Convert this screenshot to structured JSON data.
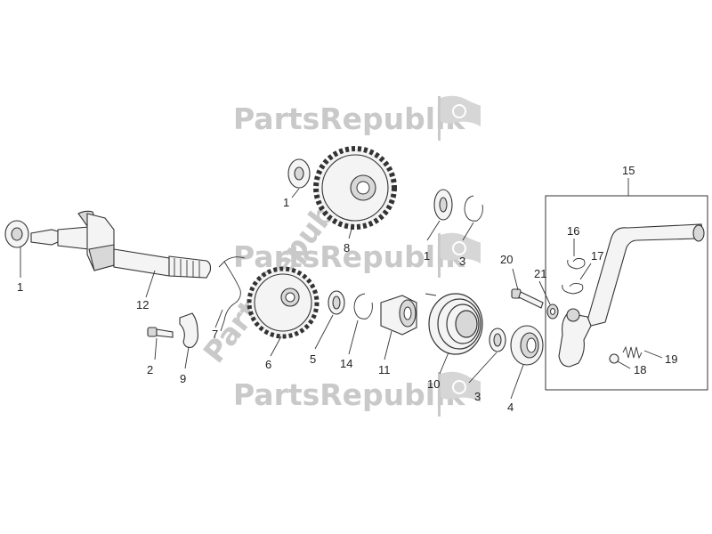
{
  "watermark": {
    "text": "PartsRepublik",
    "color": "#c9c9c9"
  },
  "callouts": [
    {
      "id": "c1a",
      "label": "1"
    },
    {
      "id": "c1b",
      "label": "1"
    },
    {
      "id": "c1c",
      "label": "1"
    },
    {
      "id": "c2",
      "label": "2"
    },
    {
      "id": "c3a",
      "label": "3"
    },
    {
      "id": "c3b",
      "label": "3"
    },
    {
      "id": "c4",
      "label": "4"
    },
    {
      "id": "c5",
      "label": "5"
    },
    {
      "id": "c6",
      "label": "6"
    },
    {
      "id": "c7",
      "label": "7"
    },
    {
      "id": "c8",
      "label": "8"
    },
    {
      "id": "c9",
      "label": "9"
    },
    {
      "id": "c10",
      "label": "10"
    },
    {
      "id": "c11",
      "label": "11"
    },
    {
      "id": "c12",
      "label": "12"
    },
    {
      "id": "c14",
      "label": "14"
    },
    {
      "id": "c15",
      "label": "15"
    },
    {
      "id": "c16",
      "label": "16"
    },
    {
      "id": "c17",
      "label": "17"
    },
    {
      "id": "c18",
      "label": "18"
    },
    {
      "id": "c19",
      "label": "19"
    },
    {
      "id": "c20",
      "label": "20"
    },
    {
      "id": "c21",
      "label": "21"
    }
  ]
}
